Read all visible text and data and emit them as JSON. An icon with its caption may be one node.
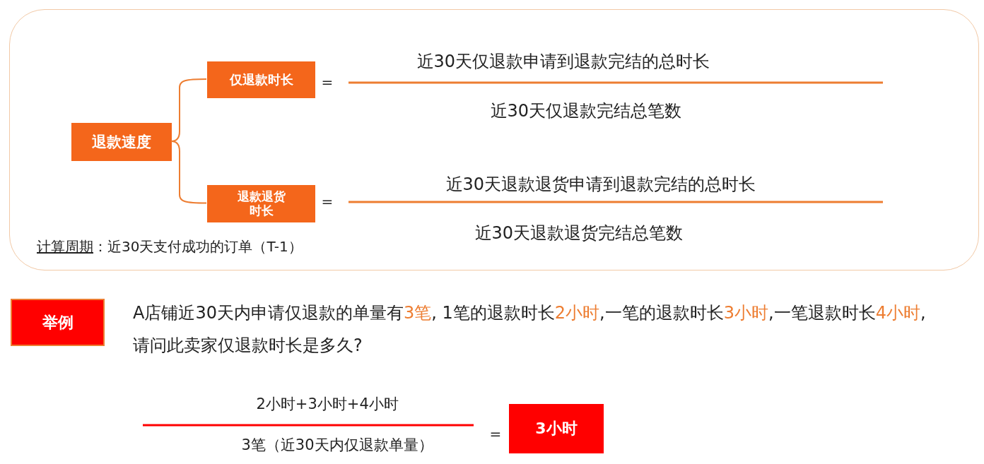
{
  "diagram": {
    "nodes": [
      {
        "text": [],
        "shape": "box"
      },
      {
        "text": [
          "退款速度"
        ],
        "in": 0
      },
      {
        "text": [
          "仅退款时长"
        ],
        "in": 0
      },
      {
        "text": [
          "退款退货时长"
        ],
        "in": 0
      },
      {
        "text": [
          "举例"
        ]
      },
      {
        "text": [
          "3小时"
        ]
      }
    ],
    "edges": [
      {
        "from": 1,
        "to": 2,
        "arrow": "none"
      },
      {
        "from": 1,
        "to": 3,
        "arrow": "none"
      }
    ],
    "labels": [
      "=",
      "近30天仅退款申请到退款完结的总时长",
      "近30天仅退款完结总笔数",
      "=",
      "近30天退款退货申请到退款完结的总时长",
      "近30天退款退货完结总笔数",
      "计算周期",
      "：近30天支付成功的订单（T-1）",
      "A店铺近30天内申请仅退款的单量有",
      "3笔",
      ", 1笔的退款时长",
      "2小时",
      ",一笔的退款时长",
      "3小时",
      ",一笔退款时长",
      "4小时",
      ",请问此卖家仅退款时长是多久?",
      "2小时+3小时+4小时",
      "3笔（近30天内仅退款单量）",
      "="
    ]
  }
}
